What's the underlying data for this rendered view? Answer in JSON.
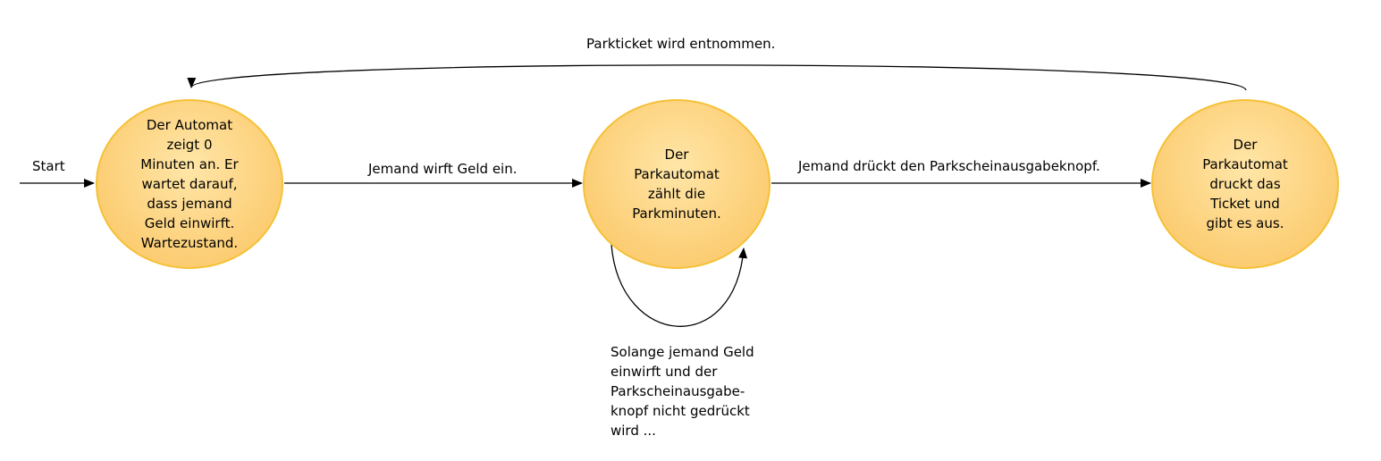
{
  "colors": {
    "state_fill_light": "#ffe2a0",
    "state_fill_dark": "#fbc15b",
    "state_border": "#f5c136",
    "edge": "#000000"
  },
  "start_label": "Start",
  "states": {
    "waiting": "Der Automat\nzeigt 0\nMinuten an. Er\nwartet darauf,\ndass jemand\nGeld einwirft.\nWartezustand.",
    "counting": "Der\nParkautomat\nzählt die\nParkminuten.",
    "printing": "Der\nParkautomat\ndruckt das\nTicket und\ngibt es aus."
  },
  "transitions": {
    "insert_money": "Jemand wirft Geld ein.",
    "press_button": "Jemand drückt den Parkscheinausgabeknopf.",
    "ticket_taken": "Parkticket wird entnommen.",
    "loop": "Solange jemand Geld\neinwirft und der\nParkscheinausgabe-\nknopf nicht gedrückt\nwird ..."
  }
}
